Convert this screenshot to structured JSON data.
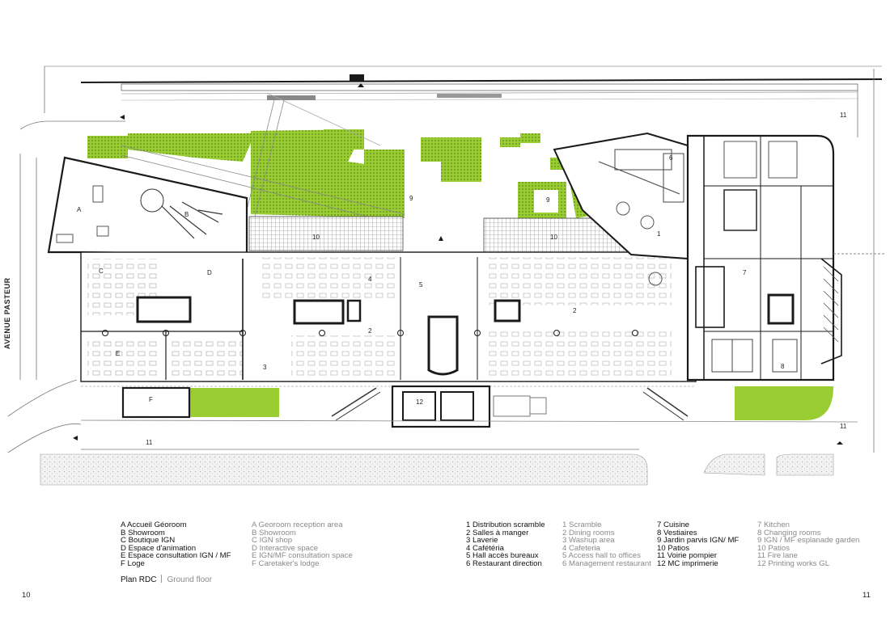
{
  "colors": {
    "green": "#9acd32",
    "wall": "#1a1a1a",
    "grid": "#d8d8d8",
    "legend_en": "#8a8a8a"
  },
  "plan": {
    "street_name": "AVENUE PASTEUR",
    "labels": {
      "A": "A",
      "B": "B",
      "C": "C",
      "D": "D",
      "E": "E",
      "F": "F",
      "n1": "1",
      "n2a": "2",
      "n2b": "2",
      "n3": "3",
      "n4": "4",
      "n5": "5",
      "n6": "6",
      "n7": "7",
      "n8": "8",
      "n9a": "9",
      "n9b": "9",
      "n10a": "10",
      "n10b": "10",
      "n11a": "11",
      "n11b": "11",
      "n11c": "11",
      "n12": "12"
    }
  },
  "legend": {
    "col1": [
      "A Accueil Géoroom",
      "B Showroom",
      "C Boutique IGN",
      "D Espace d'animation",
      "E Espace consultation IGN / MF",
      "F Loge"
    ],
    "col2": [
      "A Georoom reception area",
      "B Showroom",
      "C IGN shop",
      "D Interactive space",
      "E IGN/MF consultation space",
      "F Caretaker's lodge"
    ],
    "col3": [
      "1  Distribution scramble",
      "2  Salles à manger",
      "3  Laverie",
      "4  Cafétéria",
      "5  Hall accès bureaux",
      "6  Restaurant direction"
    ],
    "col4": [
      "1  Scramble",
      "2  Dining rooms",
      "3  Washup area",
      "4  Cafeteria",
      "5  Access hall to offices",
      "6  Management restaurant"
    ],
    "col5": [
      "7   Cuisine",
      "8   Vestiaires",
      "9   Jardin parvis IGN/ MF",
      "10 Patios",
      "11  Voirie pompier",
      "12 MC imprimerie"
    ],
    "col6": [
      "7  Kitchen",
      "8  Changing rooms",
      "9  IGN / MF esplanade garden",
      "10 Patios",
      "11  Fire lane",
      "12  Printing works GL"
    ]
  },
  "footer": {
    "plan_title_fr": "Plan RDC",
    "plan_title_en": "Ground floor",
    "page_left": "10",
    "page_right": "11"
  }
}
